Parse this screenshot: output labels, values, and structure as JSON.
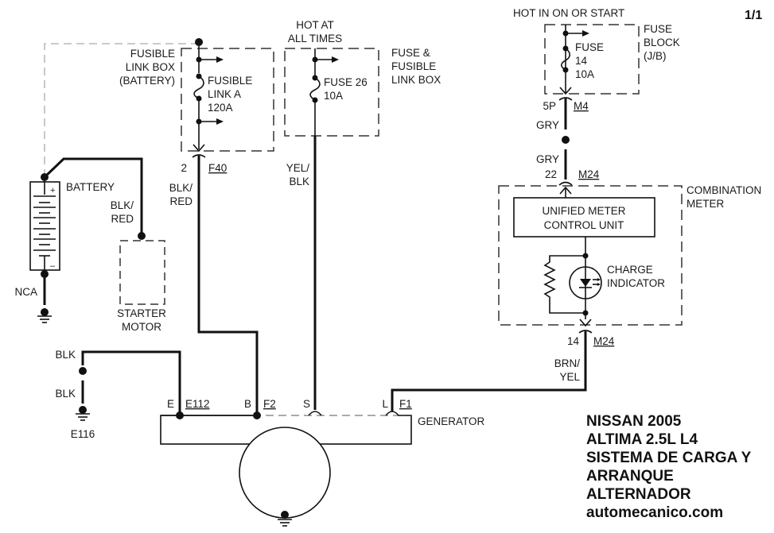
{
  "page_number": "1/1",
  "title_block": {
    "lines": [
      "NISSAN 2005",
      "ALTIMA 2.5L L4",
      "SISTEMA DE CARGA Y",
      "ARRANQUE",
      "ALTERNADOR",
      "automecanico.com"
    ]
  },
  "fusible_link_box": {
    "label_lines": [
      "FUSIBLE",
      "LINK BOX",
      "(BATTERY)"
    ],
    "fuse_label_lines": [
      "FUSIBLE",
      "LINK A",
      "120A"
    ],
    "connector_pin": "2",
    "connector_id": "F40",
    "wire_color_lines": [
      "BLK/",
      "RED"
    ]
  },
  "fuse_26_box": {
    "supply_label_lines": [
      "HOT AT",
      "ALL TIMES"
    ],
    "label_lines": [
      "FUSE &",
      "FUSIBLE",
      "LINK BOX"
    ],
    "fuse_label_lines": [
      "FUSE 26",
      "10A"
    ],
    "wire_color_lines": [
      "YEL/",
      "BLK"
    ]
  },
  "fuse_block": {
    "supply_label": "HOT IN ON OR START",
    "label_lines": [
      "FUSE",
      "BLOCK",
      "(J/B)"
    ],
    "fuse_label_lines": [
      "FUSE",
      "14",
      "10A"
    ],
    "connector_pin": "5P",
    "connector_id": "M4",
    "wire_color_top": "GRY",
    "wire_color_bottom": "GRY"
  },
  "combination_meter": {
    "label_lines": [
      "COMBINATION",
      "METER"
    ],
    "in_pin": "22",
    "in_connector": "M24",
    "control_unit_lines": [
      "UNIFIED METER",
      "CONTROL UNIT"
    ],
    "indicator_lines": [
      "CHARGE",
      "INDICATOR"
    ],
    "out_pin": "14",
    "out_connector": "M24",
    "wire_color_lines": [
      "BRN/",
      "YEL"
    ]
  },
  "battery": {
    "label": "BATTERY",
    "plus": "+",
    "minus": "–",
    "ground_label": "NCA",
    "wire_color_lines": [
      "BLK/",
      "RED"
    ]
  },
  "starter_motor": {
    "label_lines": [
      "STARTER",
      "MOTOR"
    ]
  },
  "ground_e116": {
    "wire_top": "BLK",
    "wire_bottom": "BLK",
    "ground_label": "E116"
  },
  "generator": {
    "label": "GENERATOR",
    "terminals": [
      {
        "name": "E",
        "connector": "E112"
      },
      {
        "name": "B",
        "connector": "F2"
      },
      {
        "name": "S",
        "connector": ""
      },
      {
        "name": "L",
        "connector": "F1"
      }
    ]
  }
}
